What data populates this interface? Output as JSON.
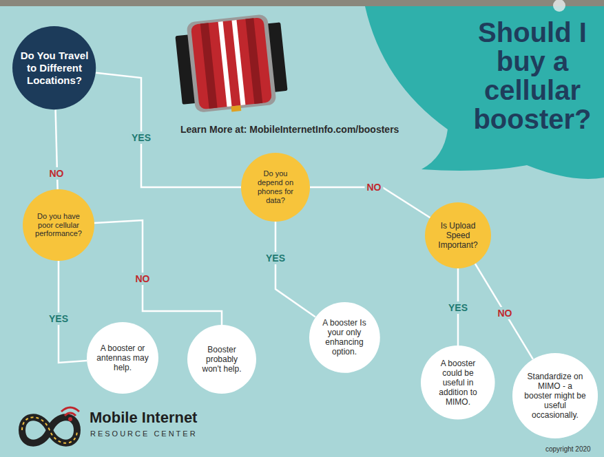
{
  "diagram": {
    "title": "Should I buy a cellular booster?",
    "nodes": [
      {
        "text": [
          "Do You Travel to Different Locations?"
        ]
      },
      {
        "text": [
          "Do you have poor cellular performance?"
        ]
      },
      {
        "text": [
          "Do you depend on phones for data?"
        ]
      },
      {
        "text": [
          "Is Upload Speed Important?"
        ]
      },
      {
        "text": [
          "A booster or antennas may help."
        ]
      },
      {
        "text": [
          "Booster probably won't help."
        ]
      },
      {
        "text": [
          "A booster Is your only enhancing option."
        ]
      },
      {
        "text": [
          "A booster could be useful in addition to MIMO."
        ]
      },
      {
        "text": [
          "Standardize on MIMO - a booster might be useful occasionally."
        ]
      }
    ],
    "edges": [
      {
        "from": 0,
        "to": 2,
        "arrow": "none",
        "label": "YES"
      },
      {
        "from": 0,
        "to": 1,
        "arrow": "none",
        "label": "NO"
      },
      {
        "from": 1,
        "to": 4,
        "arrow": "none",
        "label": "YES"
      },
      {
        "from": 1,
        "to": 5,
        "arrow": "none",
        "label": "NO"
      },
      {
        "from": 2,
        "to": 6,
        "arrow": "none",
        "label": "YES"
      },
      {
        "from": 2,
        "to": 3,
        "arrow": "none",
        "label": "NO"
      },
      {
        "from": 3,
        "to": 7,
        "arrow": "none",
        "label": "YES"
      },
      {
        "from": 3,
        "to": 8,
        "arrow": "none",
        "label": "NO"
      }
    ],
    "labels": [
      "Learn More at: MobileInternetInfo.com/boosters",
      "Mobile Internet",
      "RESOURCE CENTER",
      "copyright 2020"
    ]
  }
}
